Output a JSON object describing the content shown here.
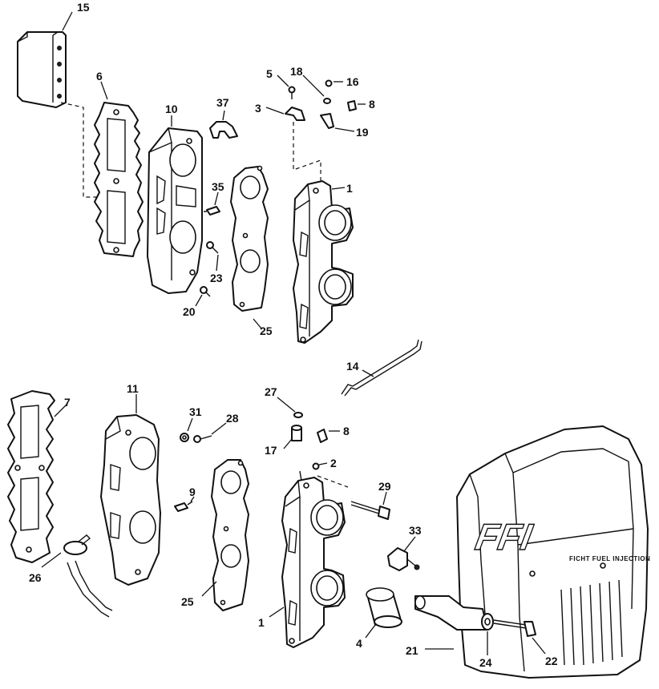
{
  "diagram": {
    "logo_text": "FFI",
    "logo_subtext": "FICHT FUEL INJECTION",
    "callouts": {
      "c1a": "1",
      "c1b": "1",
      "c2": "2",
      "c3": "3",
      "c4": "4",
      "c5": "5",
      "c6": "6",
      "c7": "7",
      "c8a": "8",
      "c8b": "8",
      "c9": "9",
      "c10": "10",
      "c11": "11",
      "c14": "14",
      "c15": "15",
      "c16": "16",
      "c17": "17",
      "c18": "18",
      "c19": "19",
      "c20": "20",
      "c21": "21",
      "c22": "22",
      "c23": "23",
      "c24": "24",
      "c25a": "25",
      "c25b": "25",
      "c26": "26",
      "c27": "27",
      "c28": "28",
      "c29": "29",
      "c31": "31",
      "c33": "33",
      "c35": "35",
      "c37": "37"
    }
  }
}
